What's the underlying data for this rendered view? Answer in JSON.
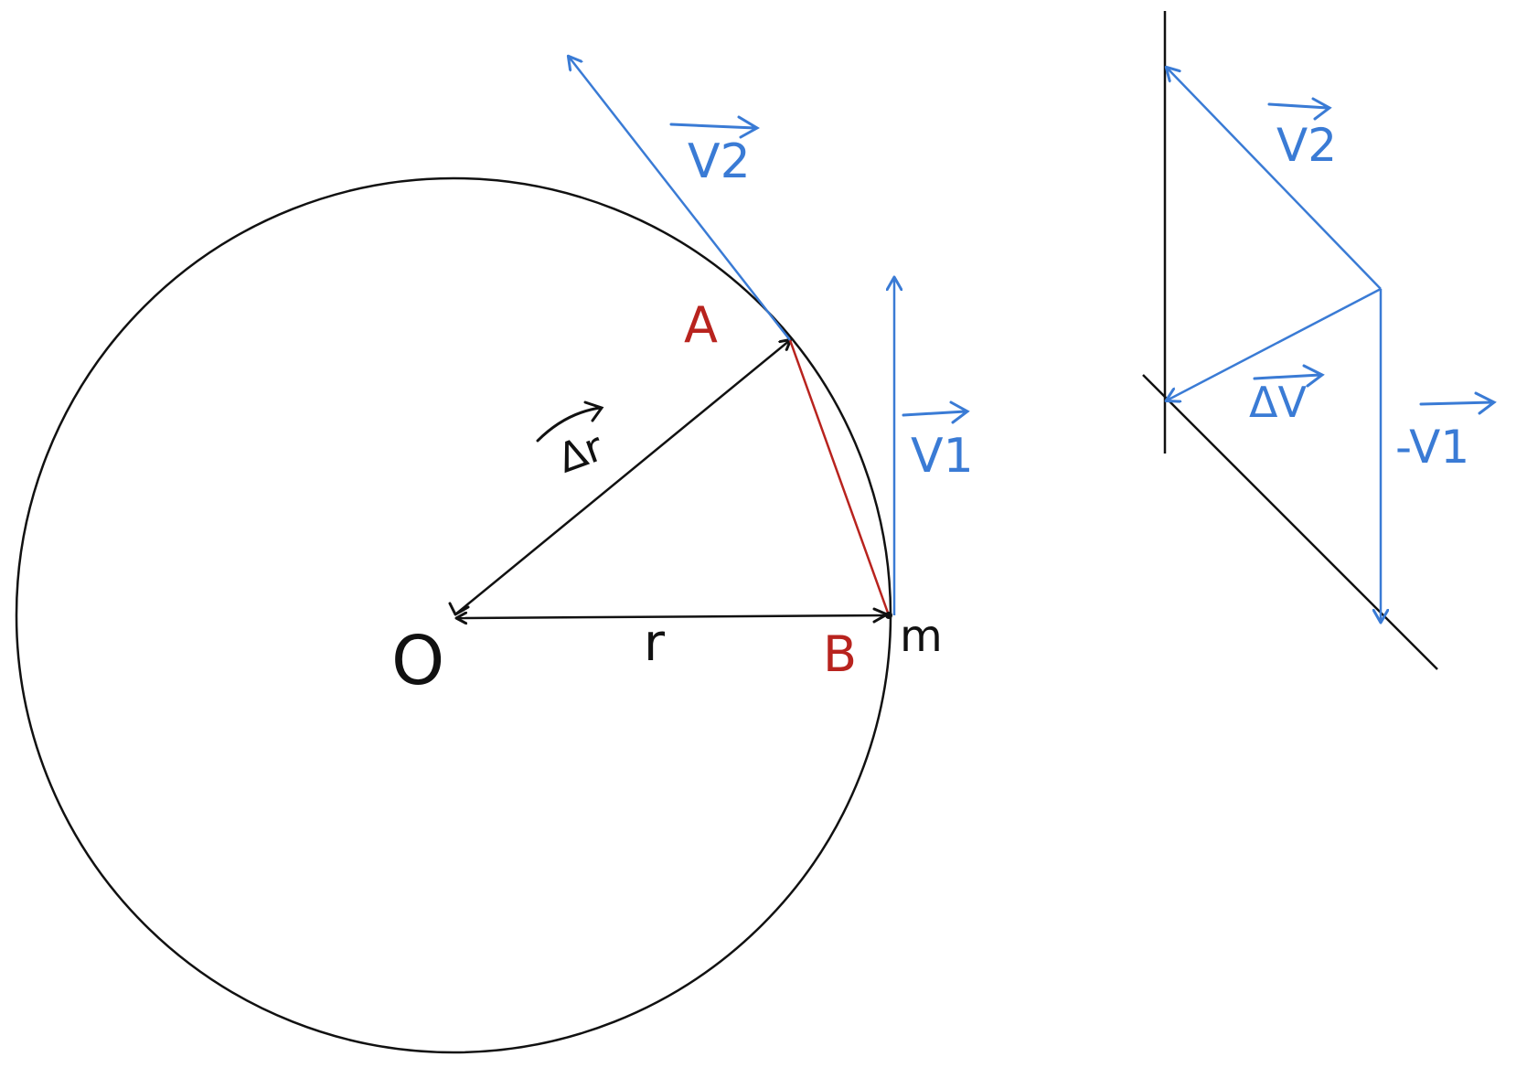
{
  "colors": {
    "ink": "#111111",
    "red": "#b8231e",
    "blue": "#3a7bd5"
  },
  "labels": {
    "origin": "O",
    "radius": "r",
    "delta_r": "Δr",
    "point_a": "A",
    "point_b": "B",
    "point_m": "m",
    "v1": "V1",
    "v2": "V2",
    "delta_v": "ΔV",
    "neg_v1": "-V1"
  }
}
